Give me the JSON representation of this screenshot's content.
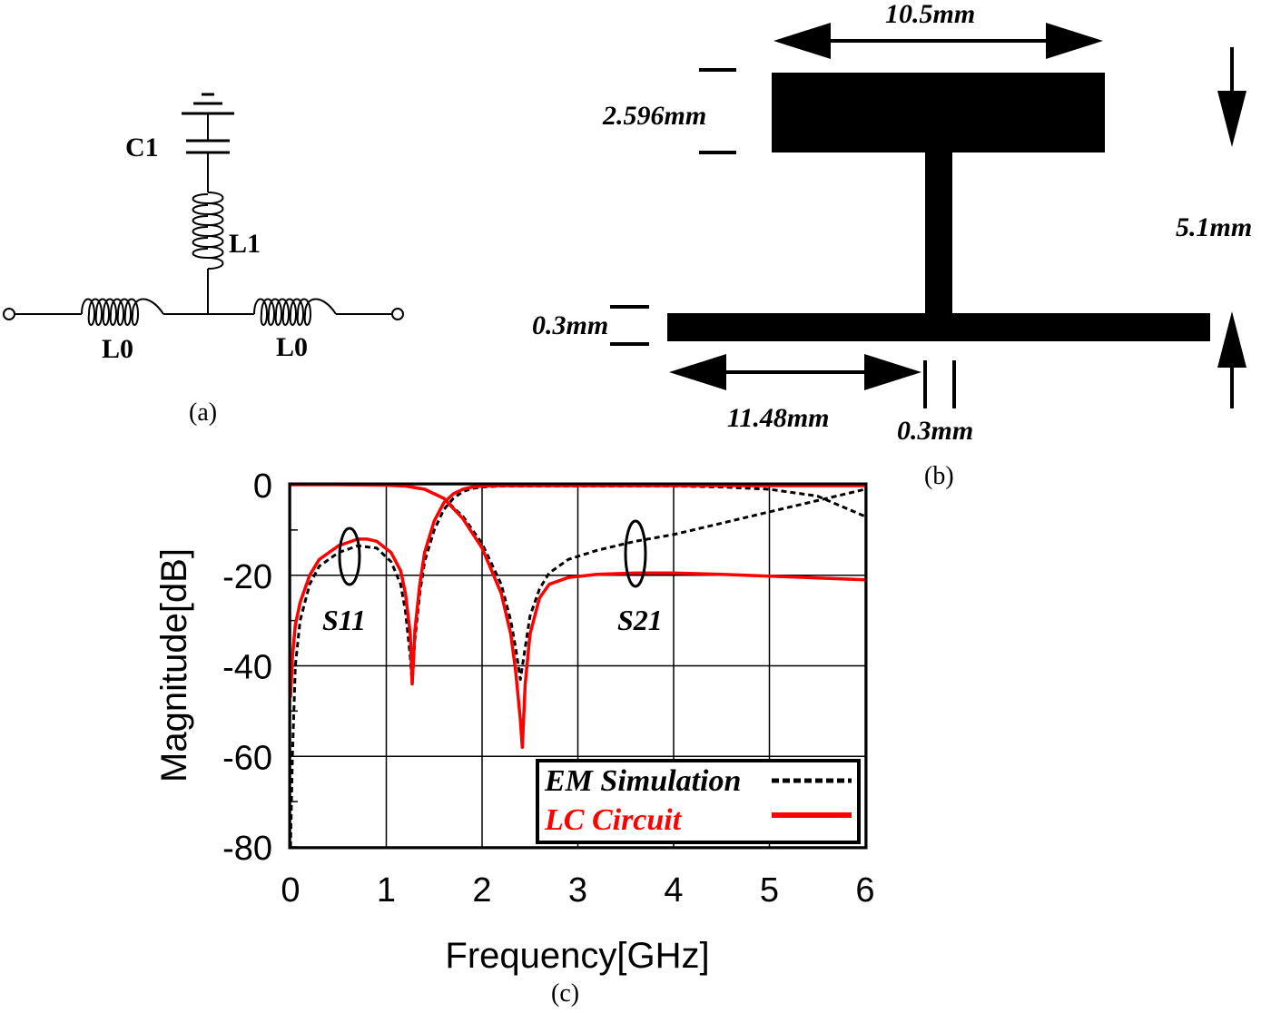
{
  "panel_a": {
    "caption": "(a)",
    "labels": {
      "c1": "C1",
      "l1": "L1",
      "l0_left": "L0",
      "l0_right": "L0"
    }
  },
  "panel_b": {
    "caption": "(b)",
    "dims": {
      "top_width": "10.5mm",
      "top_height": "2.596mm",
      "total_height": "5.1mm",
      "line_width": "0.3mm",
      "left_length": "11.48mm",
      "stub_width": "0.3mm"
    }
  },
  "panel_c": {
    "caption": "(c)"
  },
  "chart_data": {
    "type": "line",
    "xlabel": "Frequency[GHz]",
    "ylabel": "Magnitude[dB]",
    "xlim": [
      0,
      6
    ],
    "ylim": [
      -80,
      0
    ],
    "xticks": [
      0,
      1,
      2,
      3,
      4,
      5,
      6
    ],
    "yticks": [
      0,
      -20,
      -40,
      -60,
      -80
    ],
    "grid": true,
    "legend": {
      "placement": "bottom-right",
      "entries": [
        "EM Simulation",
        "LC Circuit"
      ]
    },
    "annotations": [
      "S11",
      "S21"
    ],
    "series": [
      {
        "name": "EM Simulation",
        "trace": "S11",
        "style": "dashed",
        "color": "#000000",
        "x": [
          0,
          0.02,
          0.05,
          0.1,
          0.2,
          0.3,
          0.5,
          0.7,
          0.9,
          1.05,
          1.15,
          1.2,
          1.25,
          1.27,
          1.3,
          1.35,
          1.4,
          1.5,
          1.6,
          1.7,
          1.8,
          1.9,
          2.0,
          2.2,
          2.5,
          3,
          3.5,
          4,
          4.5,
          5,
          5.5,
          6
        ],
        "y": [
          -80,
          -60,
          -40,
          -30,
          -22,
          -18,
          -15,
          -13.5,
          -14,
          -17,
          -22,
          -28,
          -38,
          -44,
          -34,
          -24,
          -17,
          -10,
          -5.5,
          -3,
          -1.5,
          -0.8,
          -0.5,
          -0.3,
          -0.3,
          -0.3,
          -0.3,
          -0.3,
          -0.5,
          -1,
          -2.5,
          -7
        ]
      },
      {
        "name": "EM Simulation",
        "trace": "S21",
        "style": "dashed",
        "color": "#000000",
        "x": [
          0,
          0.5,
          1,
          1.2,
          1.4,
          1.6,
          1.8,
          2.0,
          2.2,
          2.3,
          2.35,
          2.4,
          2.45,
          2.5,
          2.6,
          2.7,
          2.9,
          3.2,
          3.6,
          4,
          4.5,
          5,
          5.5,
          6
        ],
        "y": [
          0,
          0,
          -0.1,
          -0.3,
          -1,
          -3,
          -7,
          -13,
          -22,
          -30,
          -36,
          -43,
          -36,
          -29,
          -23,
          -19.5,
          -16.5,
          -14.5,
          -12.5,
          -11,
          -8.5,
          -6,
          -3.5,
          -1
        ]
      },
      {
        "name": "LC Circuit",
        "trace": "S11",
        "style": "solid",
        "color": "#ff0000",
        "x": [
          0,
          0.02,
          0.05,
          0.1,
          0.2,
          0.3,
          0.5,
          0.7,
          0.8,
          0.9,
          1.05,
          1.15,
          1.2,
          1.25,
          1.27,
          1.3,
          1.35,
          1.4,
          1.5,
          1.6,
          1.7,
          1.8,
          1.9,
          2.0,
          2.2,
          2.5,
          3,
          4,
          5,
          6
        ],
        "y": [
          -47,
          -38,
          -31,
          -26,
          -20,
          -16.5,
          -13.5,
          -12,
          -12,
          -12.5,
          -15,
          -19,
          -24,
          -33,
          -44,
          -32,
          -22,
          -15,
          -8,
          -4,
          -2,
          -1,
          -0.5,
          -0.3,
          -0.2,
          -0.2,
          -0.2,
          -0.2,
          -0.2,
          -0.2
        ]
      },
      {
        "name": "LC Circuit",
        "trace": "S21",
        "style": "solid",
        "color": "#ff0000",
        "x": [
          0,
          0.5,
          1,
          1.2,
          1.4,
          1.6,
          1.8,
          2.0,
          2.2,
          2.3,
          2.35,
          2.4,
          2.42,
          2.45,
          2.5,
          2.6,
          2.7,
          2.9,
          3.2,
          3.6,
          4,
          4.5,
          5,
          5.5,
          6
        ],
        "y": [
          0,
          0,
          -0.1,
          -0.3,
          -1,
          -3,
          -7.5,
          -14,
          -24,
          -33,
          -41,
          -52,
          -58,
          -44,
          -33,
          -25,
          -22,
          -20.5,
          -19.8,
          -19.5,
          -19.5,
          -19.8,
          -20.2,
          -20.6,
          -21
        ]
      }
    ]
  }
}
